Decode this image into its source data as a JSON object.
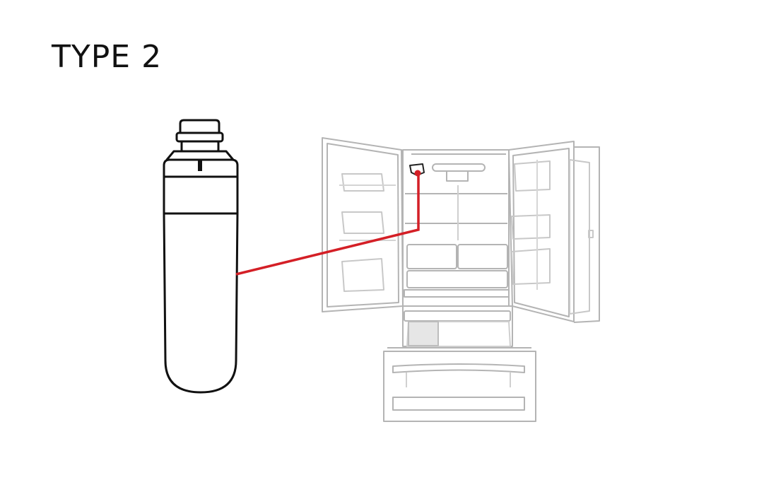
{
  "title": "TYPE 2",
  "colors": {
    "leader_line": "#d41f26",
    "filter_outline": "#111111",
    "fridge_outline": "#b4b4b4",
    "fridge_detail": "#cfcfcf",
    "background": "#ffffff"
  },
  "figures": {
    "filter": "water-filter-cartridge",
    "appliance": "french-door-refrigerator-open"
  }
}
